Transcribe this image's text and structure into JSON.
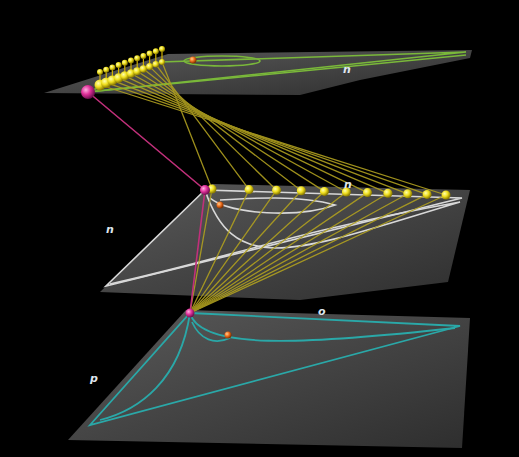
{
  "diagram": {
    "labels": [
      "n",
      "n",
      "n",
      "o",
      "p"
    ]
  }
}
